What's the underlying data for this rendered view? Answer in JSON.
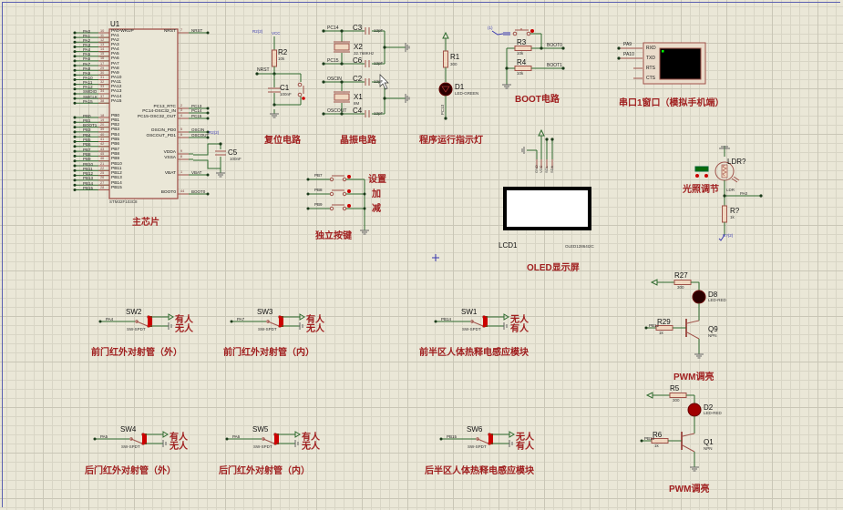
{
  "canvas": {
    "grid_color": "#c9c6b6",
    "background": "#eae7d7",
    "wire_color": "#2e6a2e",
    "component_color": "#a0524a",
    "label_color": "#a02020"
  },
  "mcu": {
    "ref": "U1",
    "part": "STM32F103C8",
    "title": "主芯片",
    "left_pins": [
      {
        "net": "PA0",
        "num": "10",
        "name": "PA0-WKUP"
      },
      {
        "net": "PA1",
        "num": "11",
        "name": "PA1"
      },
      {
        "net": "PA2",
        "num": "12",
        "name": "PA2"
      },
      {
        "net": "PA3",
        "num": "13",
        "name": "PA3"
      },
      {
        "net": "PA4",
        "num": "14",
        "name": "PA4"
      },
      {
        "net": "PA5",
        "num": "15",
        "name": "PA5"
      },
      {
        "net": "PA6",
        "num": "16",
        "name": "PA6"
      },
      {
        "net": "PA7",
        "num": "17",
        "name": "PA7"
      },
      {
        "net": "PA8",
        "num": "29",
        "name": "PA8"
      },
      {
        "net": "PA9",
        "num": "30",
        "name": "PA9"
      },
      {
        "net": "PA10",
        "num": "31",
        "name": "PA10"
      },
      {
        "net": "PA11",
        "num": "32",
        "name": "PA11"
      },
      {
        "net": "PA12",
        "num": "33",
        "name": "PA12"
      },
      {
        "net": "SWDIO",
        "num": "34",
        "name": "PA13"
      },
      {
        "net": "SWCLK",
        "num": "37",
        "name": "PA14"
      },
      {
        "net": "PA15",
        "num": "38",
        "name": "PA15"
      },
      {
        "net": "PB0",
        "num": "18",
        "name": "PB0"
      },
      {
        "net": "PB1",
        "num": "19",
        "name": "PB1"
      },
      {
        "net": "BOOT1",
        "num": "20",
        "name": "PB2"
      },
      {
        "net": "PB3",
        "num": "39",
        "name": "PB3"
      },
      {
        "net": "PB4",
        "num": "40",
        "name": "PB4"
      },
      {
        "net": "PB5",
        "num": "41",
        "name": "PB5"
      },
      {
        "net": "PB6",
        "num": "42",
        "name": "PB6"
      },
      {
        "net": "PB7",
        "num": "43",
        "name": "PB7"
      },
      {
        "net": "PB8",
        "num": "45",
        "name": "PB8"
      },
      {
        "net": "PB9",
        "num": "46",
        "name": "PB9"
      },
      {
        "net": "PB10",
        "num": "21",
        "name": "PB10"
      },
      {
        "net": "PB11",
        "num": "22",
        "name": "PB11"
      },
      {
        "net": "PB12",
        "num": "25",
        "name": "PB12"
      },
      {
        "net": "PB13",
        "num": "26",
        "name": "PB13"
      },
      {
        "net": "PB14",
        "num": "27",
        "name": "PB14"
      },
      {
        "net": "PB15",
        "num": "28",
        "name": "PB15"
      }
    ],
    "right_pins": [
      {
        "name": "NRST",
        "num": "7",
        "net": "NRST"
      },
      {
        "name": "PC13_RTC",
        "num": "2",
        "net": "PC13"
      },
      {
        "name": "PC14-OSC32_IN",
        "num": "3",
        "net": "PC14"
      },
      {
        "name": "PC15-OSC32_OUT",
        "num": "4",
        "net": "PC15"
      },
      {
        "name": "OSCIN_PD0",
        "num": "5",
        "net": "OSCIN"
      },
      {
        "name": "OSCOUT_PD1",
        "num": "6",
        "net": "OSCOUT"
      },
      {
        "name": "VDDA",
        "num": "9",
        "net": ""
      },
      {
        "name": "VSSA",
        "num": "8",
        "net": ""
      },
      {
        "name": "VBAT",
        "num": "1",
        "net": "VBAT"
      },
      {
        "name": "BOOT0",
        "num": "44",
        "net": "BOOT0"
      }
    ],
    "c5": {
      "ref": "C5",
      "value": "100nF"
    },
    "vdda_label": "R2(2)"
  },
  "reset": {
    "title": "复位电路",
    "r_ref": "R2",
    "r_val": "10k",
    "c_ref": "C1",
    "c_val": "100nF",
    "net": "NRST",
    "power": "R2(2)",
    "power2": "VCC"
  },
  "crystal": {
    "title": "晶振电路",
    "x2": {
      "ref": "X2",
      "val": "32.768KHz"
    },
    "x1": {
      "ref": "X1",
      "val": "8M"
    },
    "caps": [
      {
        "ref": "C3",
        "val": "12pF"
      },
      {
        "ref": "C6",
        "val": "12pF"
      },
      {
        "ref": "C2",
        "val": "12pF"
      },
      {
        "ref": "C4",
        "val": "12pF"
      }
    ],
    "nets": [
      "PC14",
      "PC15",
      "OSCIN",
      "OSCOUT"
    ]
  },
  "led_run": {
    "title": "程序运行指示灯",
    "r_ref": "R1",
    "r_val": "300",
    "d_ref": "D1",
    "d_val": "LED-GREEN",
    "net": "PC13"
  },
  "boot": {
    "title": "BOOT电路",
    "r3": {
      "ref": "R3",
      "val": "10k"
    },
    "r4": {
      "ref": "R4",
      "val": "10k"
    },
    "net0": "BOOT0",
    "net1": "BOOT1",
    "power": "(1)"
  },
  "uart": {
    "title": "串口1窗口（模拟手机端）",
    "pins": [
      "RXD",
      "TXD",
      "RTS",
      "CTS"
    ],
    "nets": [
      "PA9",
      "PA10"
    ]
  },
  "keys": {
    "title": "独立按键",
    "rows": [
      {
        "net": "PB7",
        "label": "设置"
      },
      {
        "net": "PB8",
        "label": "加"
      },
      {
        "net": "PB9",
        "label": "减"
      }
    ]
  },
  "oled": {
    "title": "OLED显示屏",
    "ref": "LCD1",
    "part": "OLED12864I2C",
    "pins": [
      "GND",
      "VCC",
      "SCL",
      "SDA"
    ]
  },
  "ldr": {
    "title": "光照调节",
    "ref": "LDR?",
    "val": "LDR",
    "r_ref": "R?",
    "r_val": "1k",
    "net": "PA0",
    "power": "R?(2)"
  },
  "switches": [
    {
      "ref": "SW2",
      "type": "SW-SPDT",
      "net": "PA4",
      "top": "有人",
      "bottom": "无人",
      "title": "前门红外对射管（外）"
    },
    {
      "ref": "SW3",
      "type": "SW-SPDT",
      "net": "PA7",
      "top": "有人",
      "bottom": "无人",
      "title": "前门红外对射管（内）"
    },
    {
      "ref": "SW1",
      "type": "SW-SPDT",
      "net": "PB14",
      "top": "无人",
      "bottom": "有人",
      "title": "前半区人体热释电感应模块"
    },
    {
      "ref": "SW4",
      "type": "SW-SPDT",
      "net": "PA5",
      "top": "有人",
      "bottom": "无人",
      "title": "后门红外对射管（外）"
    },
    {
      "ref": "SW5",
      "type": "SW-SPDT",
      "net": "PA6",
      "top": "有人",
      "bottom": "无人",
      "title": "后门红外对射管（内）"
    },
    {
      "ref": "SW6",
      "type": "SW-SPDT",
      "net": "PB15",
      "top": "无人",
      "bottom": "有人",
      "title": "后半区人体热释电感应模块"
    }
  ],
  "pwm": [
    {
      "title": "PWM调亮",
      "r_top": {
        "ref": "R27",
        "val": "300"
      },
      "led": {
        "ref": "D8",
        "val": "LED-RED"
      },
      "r_base": {
        "ref": "R29",
        "val": "1k"
      },
      "q": {
        "ref": "Q9",
        "val": "NPN"
      },
      "net": "PB12"
    },
    {
      "title": "PWM调亮",
      "r_top": {
        "ref": "R5",
        "val": "300"
      },
      "led": {
        "ref": "D2",
        "val": "LED-RED"
      },
      "r_base": {
        "ref": "R6",
        "val": "1k"
      },
      "q": {
        "ref": "Q1",
        "val": "NPN"
      },
      "net": "PB13"
    }
  ]
}
